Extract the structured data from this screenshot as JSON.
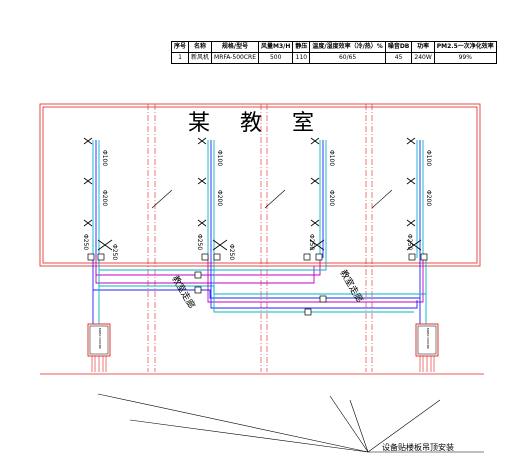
{
  "spec_table": {
    "headers": [
      "序号",
      "名称",
      "规格/型号",
      "风量M3/H",
      "静压",
      "温度/湿度效率（冷/热）%",
      "噪音DB",
      "功率",
      "PM2.5一次净化效率"
    ],
    "rows": [
      [
        "1",
        "新风机",
        "MRFA-500CRE",
        "500",
        "110",
        "60/65",
        "45",
        "240W",
        "99%"
      ]
    ]
  },
  "room": {
    "title_chars": [
      "某",
      "教",
      "室"
    ],
    "corridor_label": "教室走廊"
  },
  "duct_sizes": [
    "Φ100",
    "Φ200",
    "Φ250",
    "Φ250"
  ],
  "unit_label": "MRFA-500CRE",
  "note": "设备贴楼板吊顶安装",
  "colors": {
    "wall": "#e02020",
    "duct_cyan": "#00b4c8",
    "duct_blue": "#2020ff",
    "duct_magenta": "#c000c0",
    "line": "#000000"
  }
}
